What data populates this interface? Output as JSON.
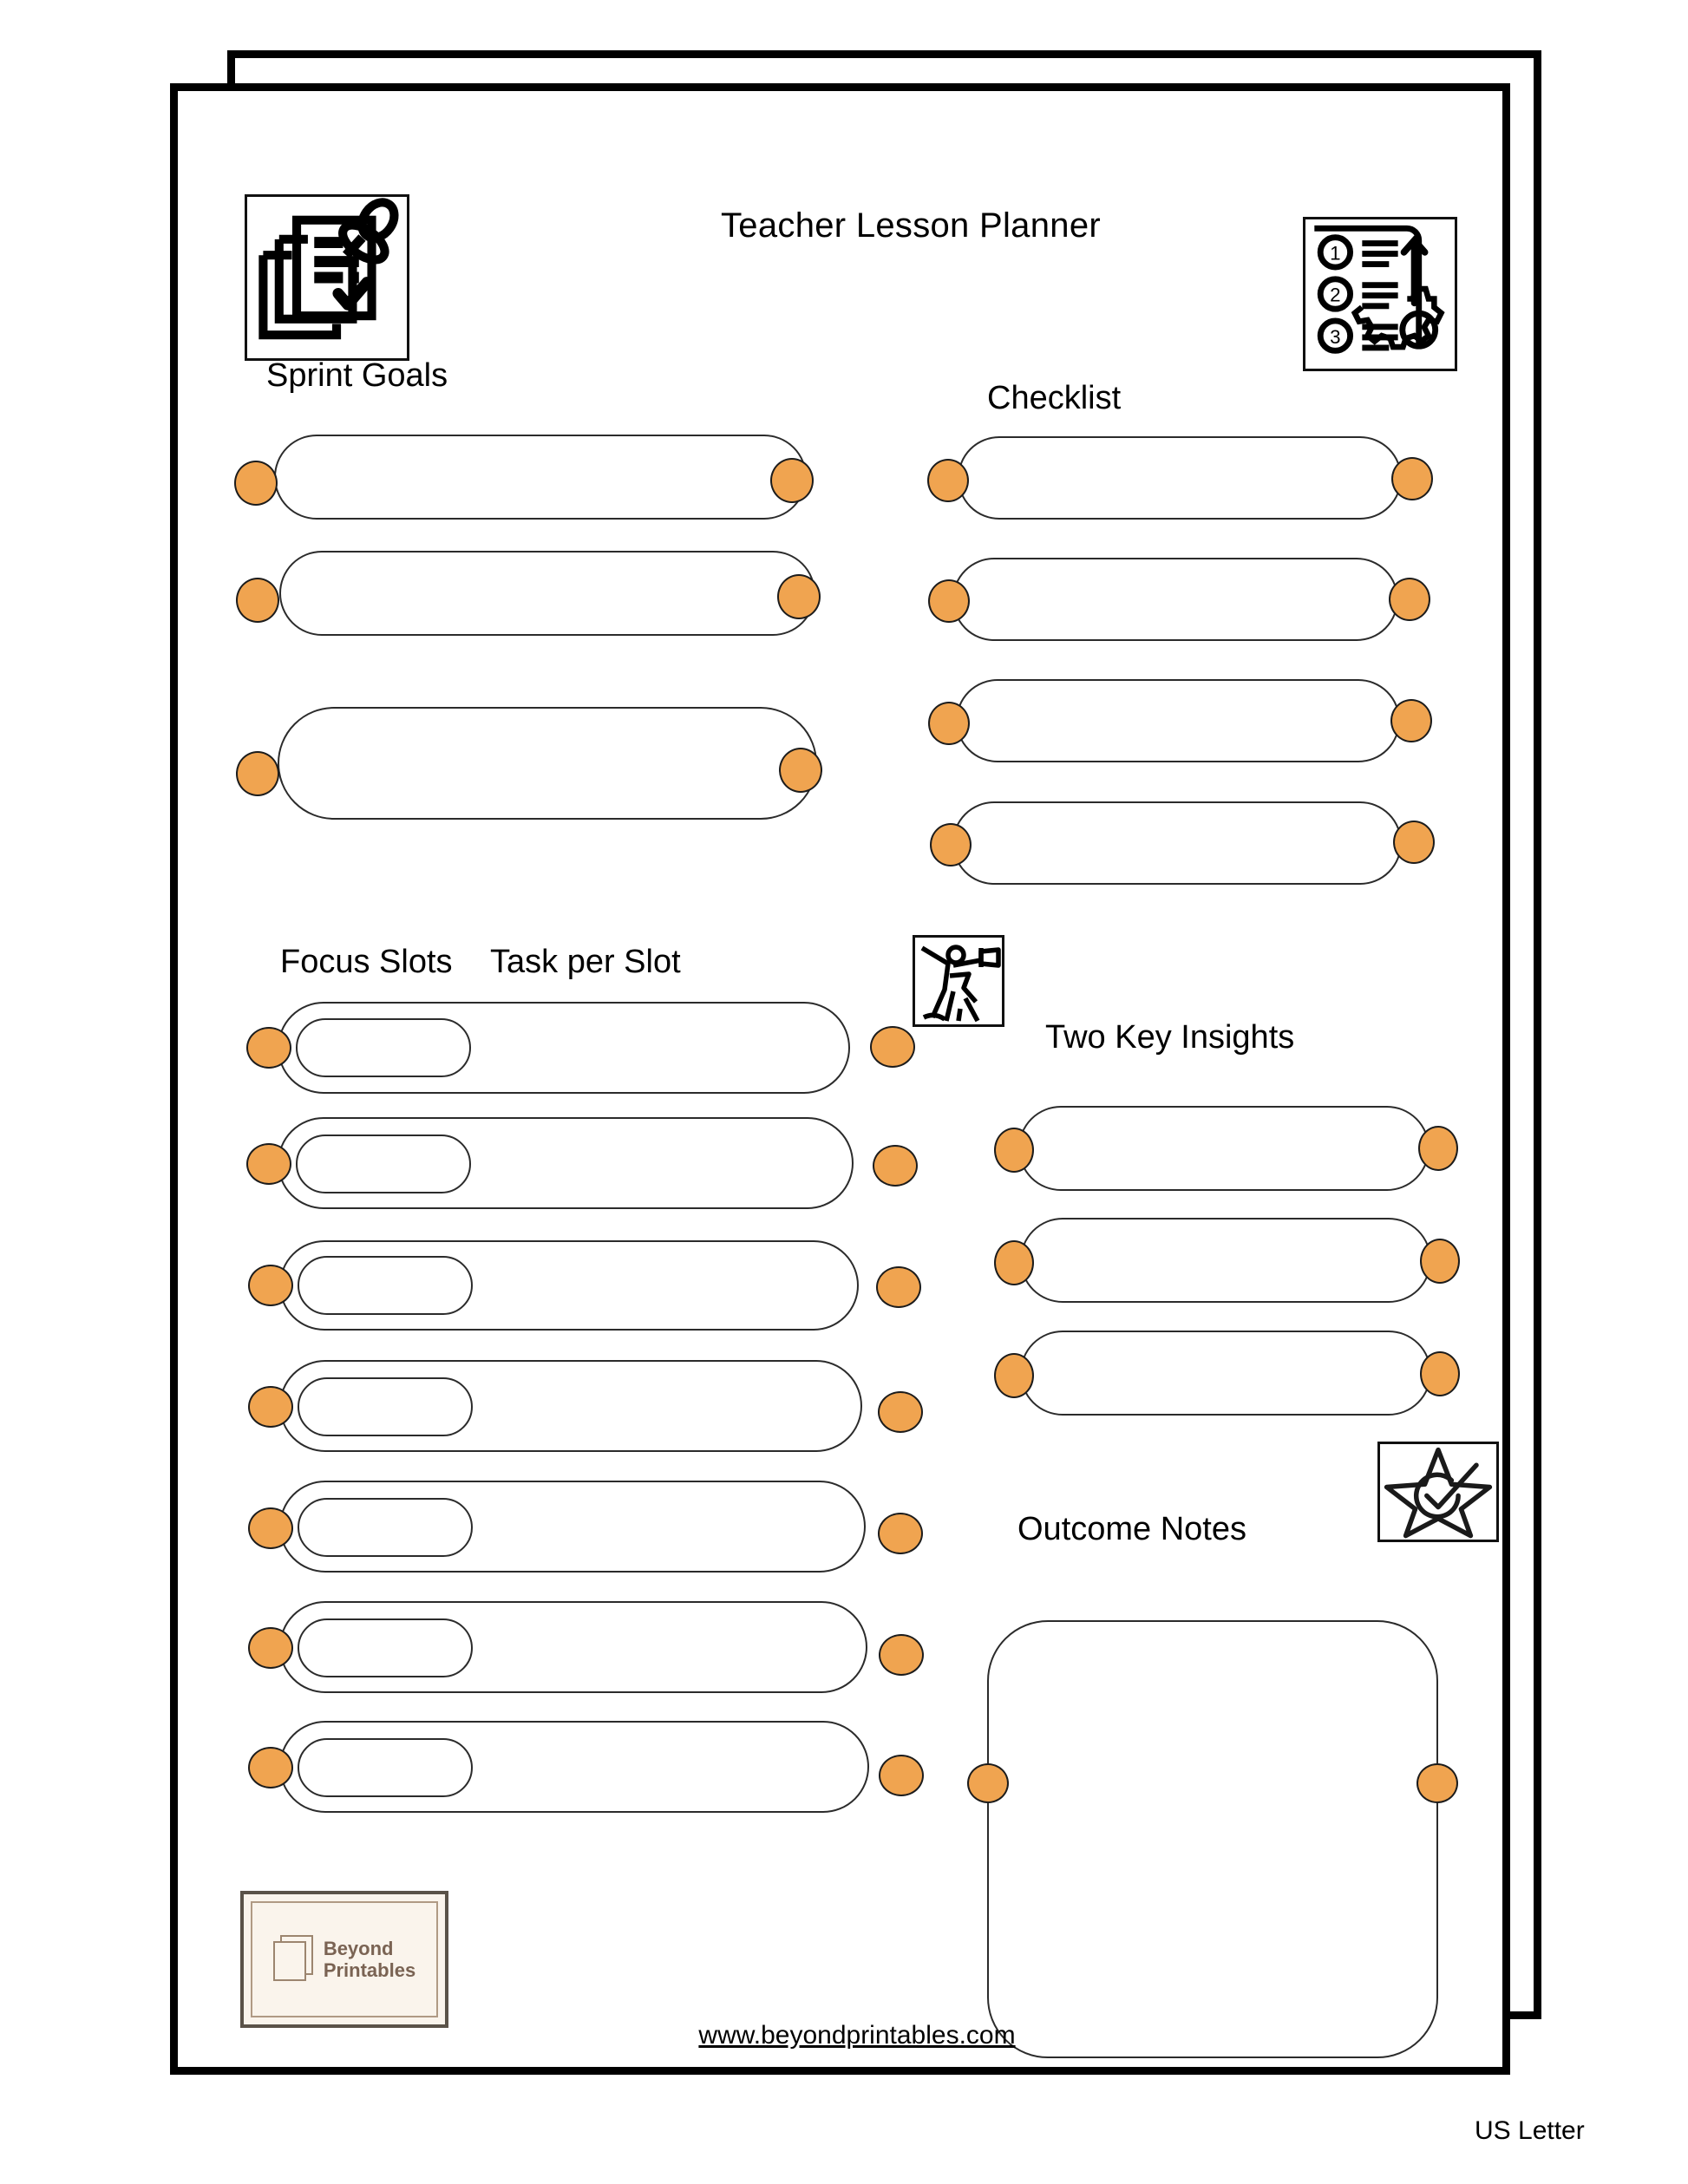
{
  "document": {
    "title": "Teacher Lesson Planner",
    "paper_size": "US Letter",
    "footer_url": "www.beyondprintables.com",
    "accent_color": "#F0A450",
    "line_color": "#2b2b2b",
    "brand_bg": "#faf4ec",
    "brand_text_color": "#7a6353"
  },
  "brand": {
    "line1": "Beyond",
    "line2": "Printables",
    "icon": "stacked-pages-icon"
  },
  "icons": {
    "sprint": "clipboard-checklist-pin-icon",
    "steps": "numbered-steps-gear-arrow-icon",
    "climb": "climber-flag-summit-icon",
    "star": "star-check-badge-icon"
  },
  "sections": [
    {
      "id": "sprint-goals",
      "label": "Sprint Goals",
      "type": "pill-list",
      "rows": [
        "",
        "",
        ""
      ]
    },
    {
      "id": "checklist",
      "label": "Checklist",
      "type": "pill-list",
      "rows": [
        "",
        "",
        "",
        ""
      ]
    },
    {
      "id": "focus-slots",
      "label": "Focus Slots",
      "sub_label": "Task per Slot",
      "type": "nested-pill-list",
      "rows": [
        "",
        "",
        "",
        "",
        "",
        "",
        ""
      ]
    },
    {
      "id": "two-key-insights",
      "label": "Two Key Insights",
      "type": "pill-list",
      "rows": [
        "",
        "",
        ""
      ]
    },
    {
      "id": "outcome-notes",
      "label": "Outcome Notes",
      "type": "note-box",
      "rows": [
        ""
      ]
    }
  ]
}
